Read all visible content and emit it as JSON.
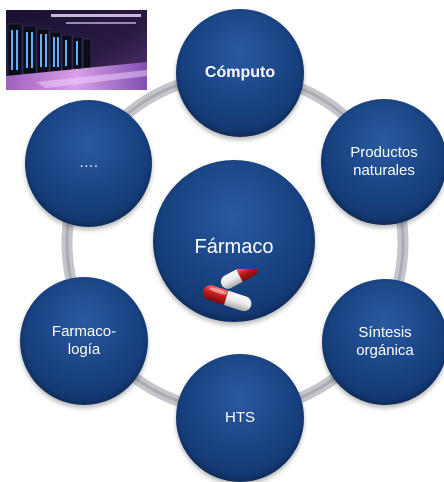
{
  "diagram": {
    "center": {
      "label": "Fármaco",
      "icon": "pill-capsule-icon"
    },
    "nodes": [
      {
        "label": "Cómputo",
        "bold": true
      },
      {
        "label": "Productos\nnaturales"
      },
      {
        "label": "Síntesis\norgánica"
      },
      {
        "label": "HTS"
      },
      {
        "label": "Farmaco-\nlogía"
      },
      {
        "label": "…."
      }
    ],
    "image": {
      "icon": "supercomputer-room-photo"
    },
    "colors": {
      "node": "#17407f",
      "ring": "#b8bbc2",
      "capsule_red": "#c01818",
      "capsule_white": "#f2f2f2"
    }
  }
}
